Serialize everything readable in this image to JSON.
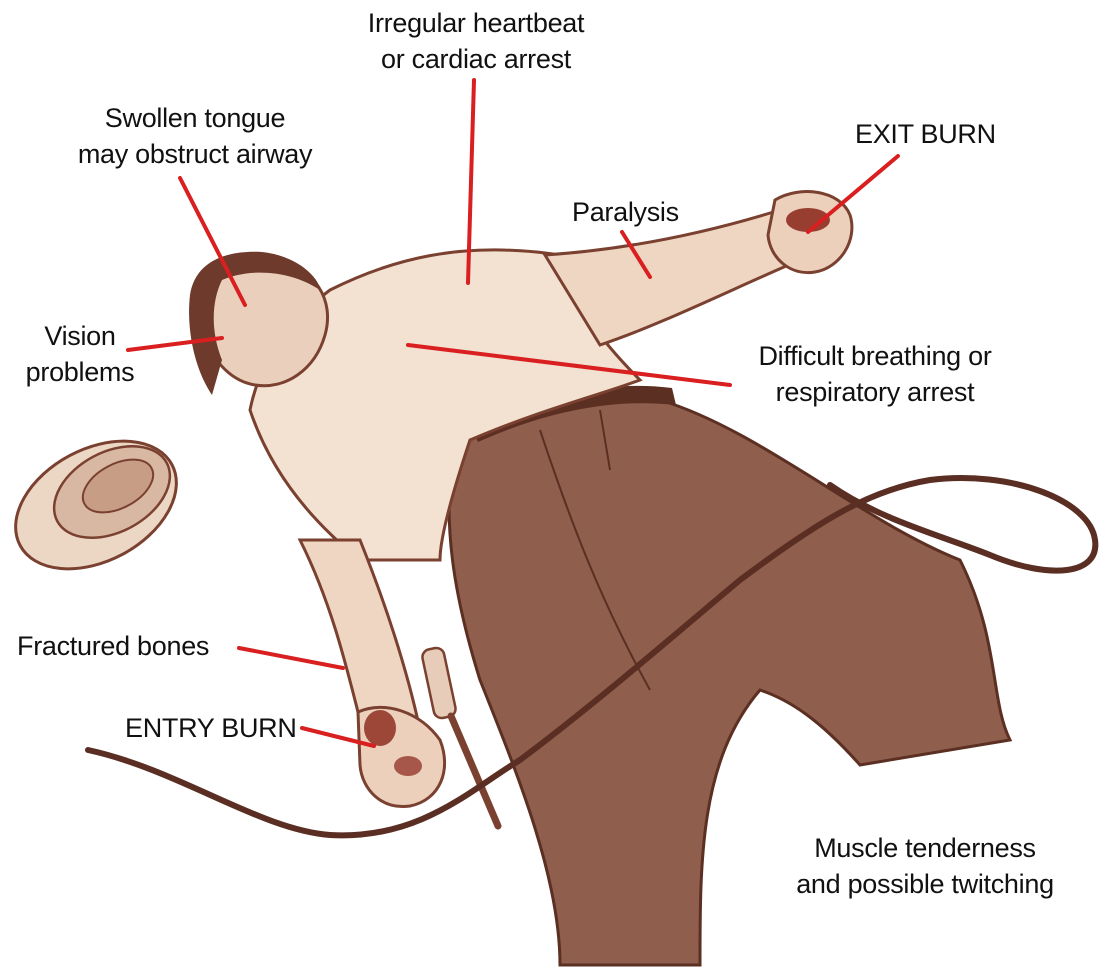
{
  "colors": {
    "leader_line": "#d91f1f",
    "skin": "#e9cdb8",
    "shirt": "#f3e1d2",
    "pants": "#8a5a4a",
    "outline": "#7a4030",
    "cord": "#5a2e22",
    "burn": "#8a2418",
    "background": "#ffffff"
  },
  "labels": {
    "heartbeat": {
      "line1": "Irregular heartbeat",
      "line2": "or cardiac arrest"
    },
    "tongue": {
      "line1": "Swollen tongue",
      "line2": "may obstruct airway"
    },
    "exit_burn": {
      "line1": "EXIT BURN"
    },
    "paralysis": {
      "line1": "Paralysis"
    },
    "vision": {
      "line1": "Vision",
      "line2": "problems"
    },
    "breathing": {
      "line1": "Difficult breathing or",
      "line2": "respiratory arrest"
    },
    "fractured": {
      "line1": "Fractured bones"
    },
    "entry_burn": {
      "line1": "ENTRY BURN"
    },
    "muscle": {
      "line1": "Muscle tenderness",
      "line2": "and possible twitching"
    }
  }
}
